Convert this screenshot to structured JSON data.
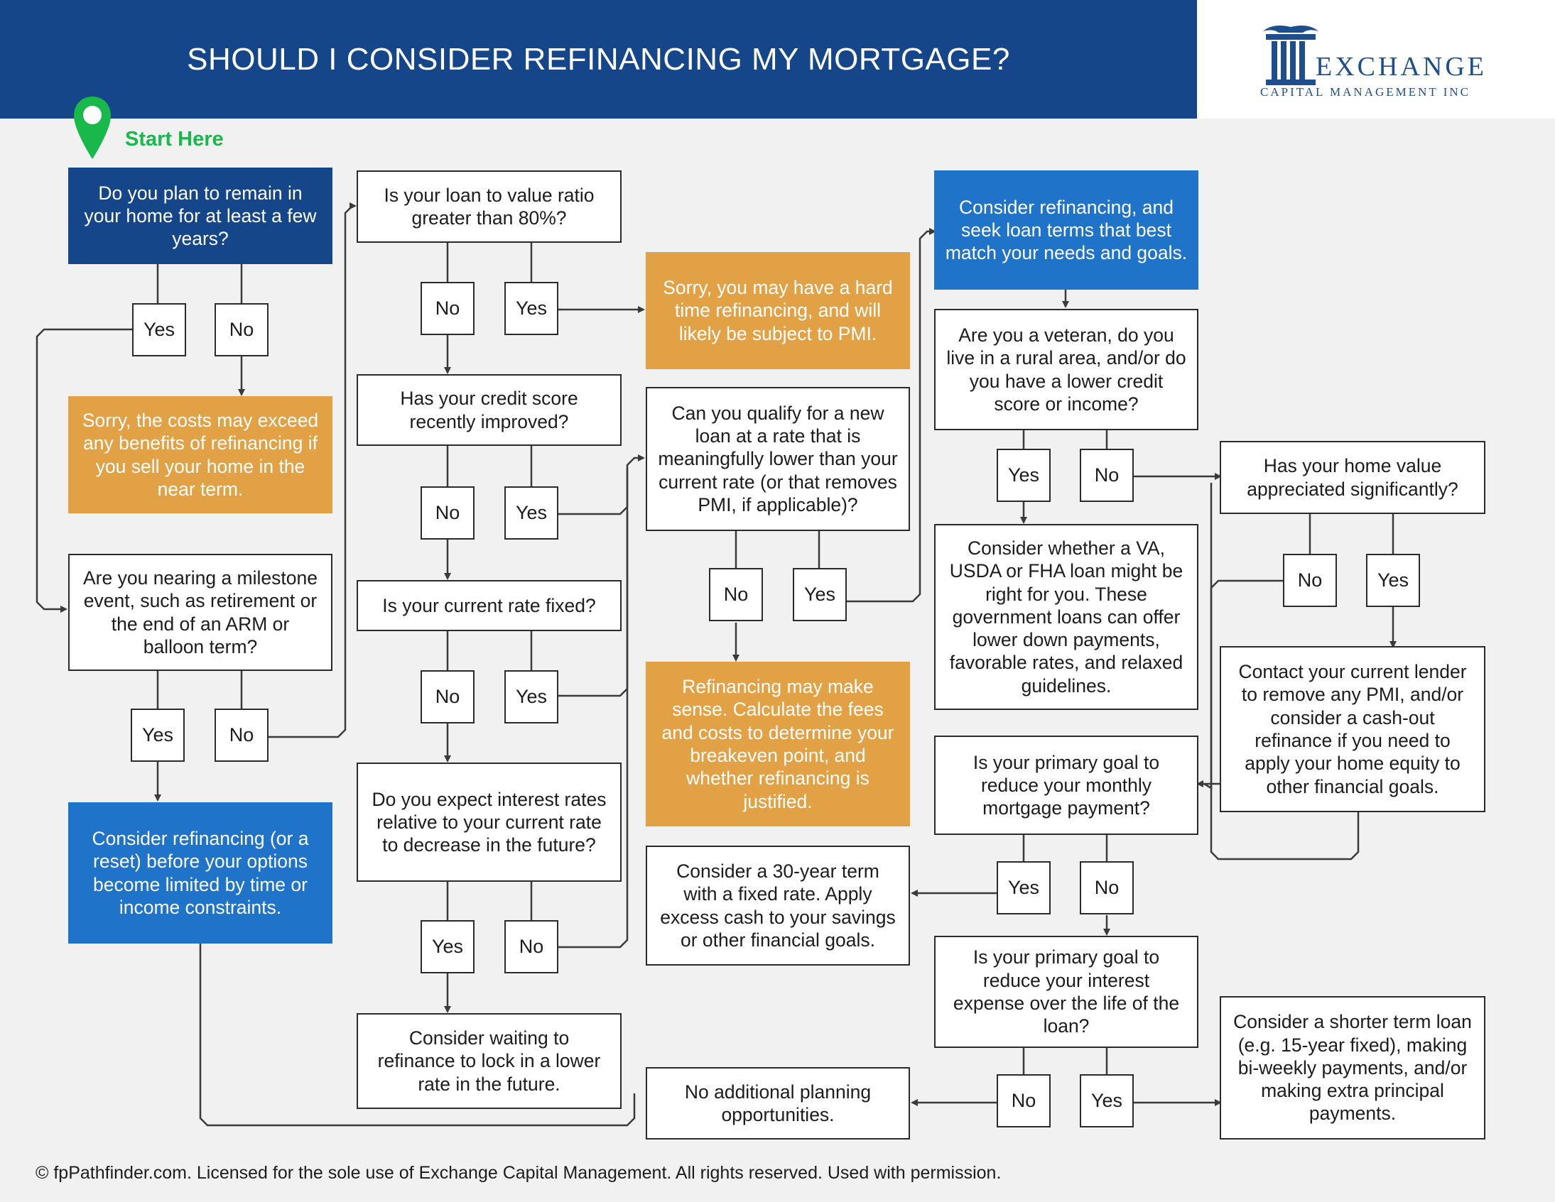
{
  "header": {
    "title": "SHOULD I CONSIDER REFINANCING MY MORTGAGE?"
  },
  "logo": {
    "name": "EXCHANGE",
    "subtitle": "CAPITAL MANAGEMENT INC"
  },
  "start_label": "Start Here",
  "nodes": {
    "q_remain": "Do you plan to remain in your home for at least a few years?",
    "sorry_costs": "Sorry, the costs may exceed any benefits of refinancing if you sell your home in the near term.",
    "q_milestone": "Are you nearing a milestone event, such as retirement or the end of an ARM or balloon term?",
    "consider_reset": "Consider refinancing (or a reset) before your options become limited by time or income constraints.",
    "q_ltv": "Is your loan to value ratio greater than 80%?",
    "q_credit": "Has your credit score recently improved?",
    "q_fixed": "Is your current rate fixed?",
    "q_expect": "Do you expect interest rates relative to your current rate to decrease in the future?",
    "consider_waiting": "Consider waiting to refinance to lock in a lower rate in the future.",
    "sorry_pmi": "Sorry, you may have a hard time refinancing, and will likely be subject to PMI.",
    "q_qualify": "Can you qualify for a new loan at a rate that is meaningfully lower than your current rate (or that removes PMI, if applicable)?",
    "may_make_sense": "Refinancing may make sense. Calculate the fees and costs to determine your breakeven point, and whether refinancing is justified.",
    "consider_30yr": "Consider a 30-year term with a fixed rate. Apply excess cash to your savings or other financial goals.",
    "no_additional": "No additional planning opportunities.",
    "consider_refi_terms": "Consider refinancing, and seek loan terms that best match your needs and goals.",
    "q_veteran": "Are you a veteran, do you live in a rural area, and/or do you have a lower credit score or income?",
    "consider_va": "Consider whether a VA, USDA or FHA loan might be right for you. These government loans can offer lower down payments, favorable rates, and relaxed guidelines.",
    "q_monthly": "Is your primary goal to reduce your monthly mortgage payment?",
    "q_interest": "Is your primary goal to reduce your interest expense over the life of the loan?",
    "q_home_value": "Has your home value appreciated significantly?",
    "contact_lender": "Contact your current lender to remove any PMI, and/or consider a cash-out refinance if you need to apply your home equity to other financial goals.",
    "consider_shorter": "Consider a shorter term loan (e.g. 15-year fixed), making bi-weekly payments, and/or making extra principal payments."
  },
  "answers": {
    "yes": "Yes",
    "no": "No"
  },
  "colors": {
    "navy": "#15468a",
    "blue": "#1f73c8",
    "orange": "#e3a146",
    "green": "#18b84a",
    "line": "#3a3a3a"
  },
  "footer": "© fpPathfinder.com. Licensed for the sole use of Exchange Capital Management. All rights reserved. Used with permission."
}
